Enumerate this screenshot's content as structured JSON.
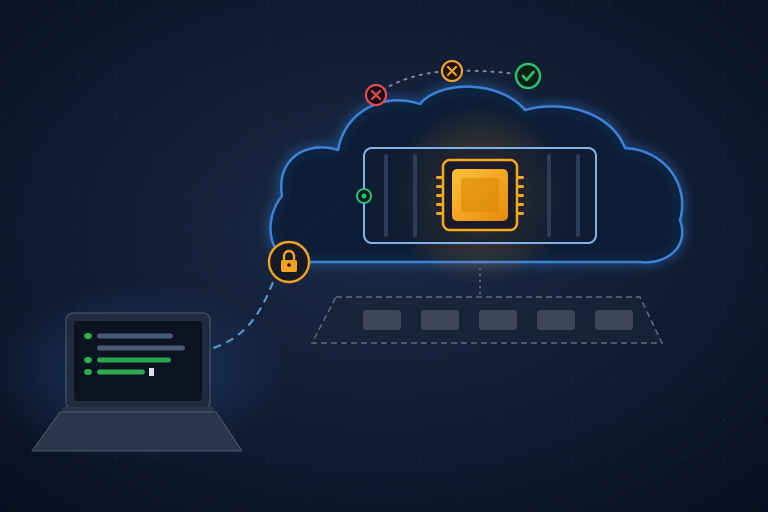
{
  "scene": {
    "description_free": true,
    "colors": {
      "background_center": "#1a2a47",
      "background_edge": "#07101f",
      "cloud_stroke": "#3b82d6",
      "cloud_fill": "#0f1d36",
      "rack_stroke": "#7fb2e8",
      "chip_gold": "#f5a71e",
      "chip_glow": "#ffb020",
      "lock_gold": "#f3a323",
      "status_red": "#e04b57",
      "status_orange": "#f0a030",
      "status_green": "#2fbf71",
      "terminal_green": "#2ea84f",
      "terminal_gray": "#4a5a72",
      "dashed_line": "#6fa6e0",
      "tray_stroke": "#5c6b84",
      "tray_fill": "#1b2537",
      "tray_slot": "#3c4658",
      "laptop_body": "#1f2b3e",
      "laptop_screen": "#0c1422",
      "laptop_base": "#2a3649"
    },
    "icons": {
      "status_1": "x-circle-icon",
      "status_2": "x-circle-icon",
      "status_3": "check-circle-icon",
      "lock": "padlock-icon",
      "chip": "cpu-chip-icon",
      "connector": "connector-dot-icon"
    },
    "terminal_lines": [
      {
        "bullet": "green",
        "bar": "gray"
      },
      {
        "bullet": "none",
        "bar": "gray"
      },
      {
        "bullet": "green",
        "bar": "green"
      },
      {
        "bullet": "green",
        "bar": "green",
        "cursor": true
      }
    ],
    "tray_slots": 5,
    "rack_dividers": 6
  }
}
